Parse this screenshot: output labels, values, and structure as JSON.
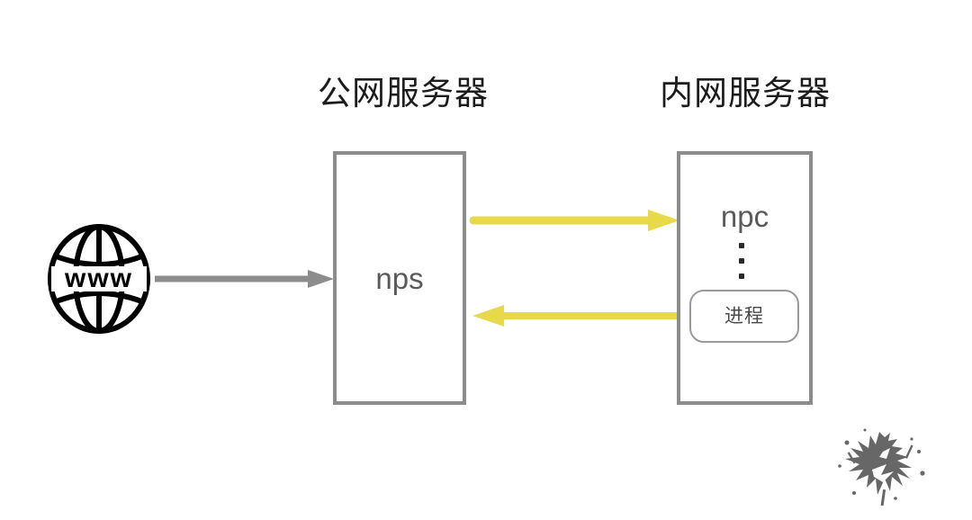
{
  "diagram": {
    "title_public": "公网服务器",
    "title_private": "内网服务器",
    "nodes": {
      "web": {
        "label": "www",
        "icon": "globe-www-icon"
      },
      "nps": {
        "label": "nps"
      },
      "npc": {
        "label": "npc"
      },
      "process": {
        "label": "进程"
      },
      "ellipsis": {
        "label": "⋮",
        "dots": 3
      }
    },
    "arrows": [
      {
        "name": "web-to-nps",
        "from": "www",
        "to": "nps",
        "direction": "right",
        "color": "#8c8c8c"
      },
      {
        "name": "nps-to-npc",
        "from": "nps",
        "to": "npc",
        "direction": "right",
        "color": "#e8d94a"
      },
      {
        "name": "npc-to-nps",
        "from": "npc",
        "to": "nps",
        "direction": "left",
        "color": "#e8d94a"
      }
    ],
    "colors": {
      "box_border": "#8c8c8c",
      "box_label_text": "#5a5a5a",
      "title_text": "#1c1c1c",
      "arrow_gray": "#8c8c8c",
      "arrow_yellow": "#e8d94a",
      "process_border": "#9a9a9a",
      "background": "#ffffff"
    },
    "watermark": {
      "name": "ink-splatter-watermark"
    }
  }
}
